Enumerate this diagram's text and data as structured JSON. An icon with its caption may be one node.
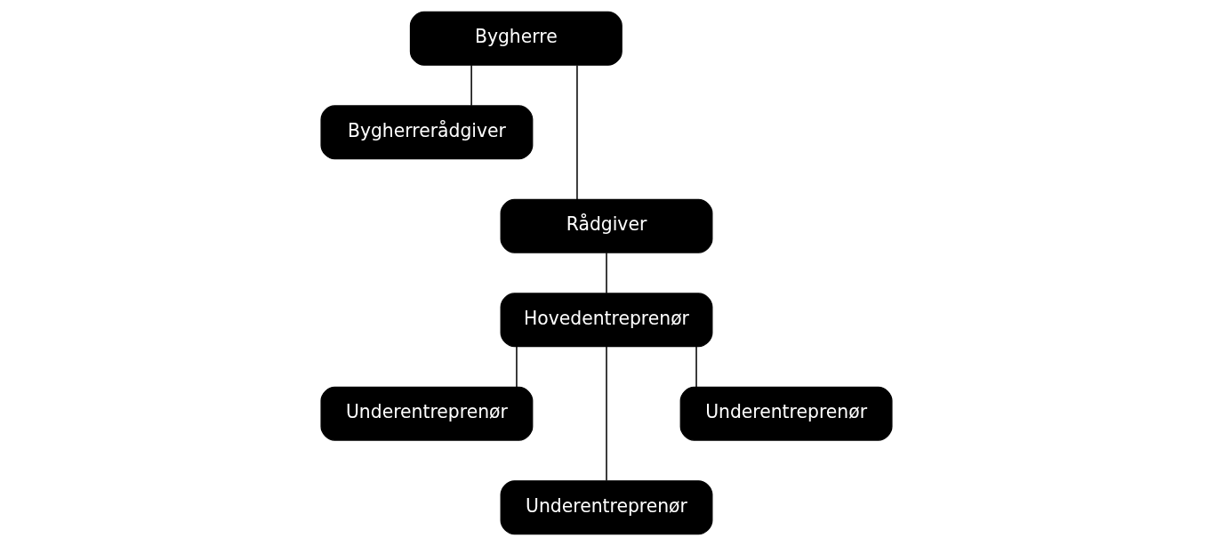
{
  "diagram": {
    "nodes": [
      {
        "text": [
          "Bygherre"
        ]
      },
      {
        "text": [
          "Bygherrerådgiver"
        ]
      },
      {
        "text": [
          "Rådgiver"
        ]
      },
      {
        "text": [
          "Hovedentreprenør"
        ]
      },
      {
        "text": [
          "Underentreprenør"
        ]
      },
      {
        "text": [
          "Underentreprenør"
        ]
      },
      {
        "text": [
          "Underentreprenør"
        ]
      }
    ],
    "edges": [
      {
        "from": 0,
        "to": 2,
        "arrow": "none"
      },
      {
        "from": 0,
        "to": 1,
        "arrow": "none"
      },
      {
        "from": 2,
        "to": 3,
        "arrow": "none"
      },
      {
        "from": 3,
        "to": 4,
        "arrow": "none"
      },
      {
        "from": 3,
        "to": 5,
        "arrow": "none"
      },
      {
        "from": 3,
        "to": 6,
        "arrow": "none"
      }
    ]
  }
}
